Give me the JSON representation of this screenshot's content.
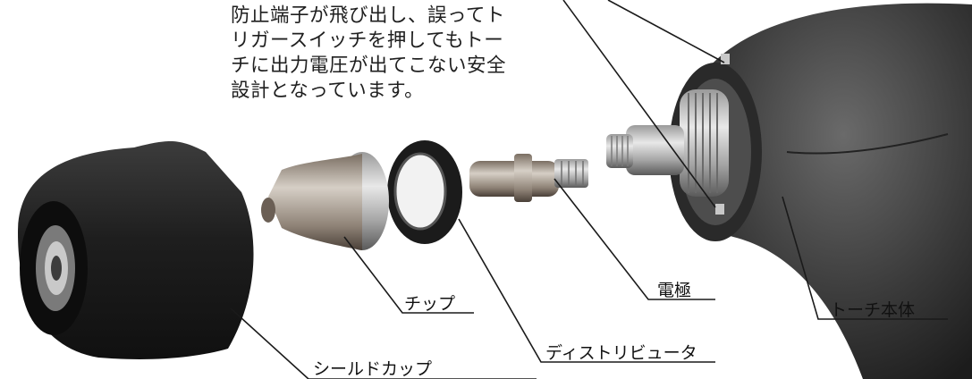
{
  "note": {
    "lines": [
      "防止端子が飛び出し、誤ってト",
      "リガースイッチを押してもトー",
      "チに出力電圧が出てこない安全",
      "設計となっています。"
    ]
  },
  "labels": {
    "shield_cup": "シールドカップ",
    "tip": "チップ",
    "distributor": "ディストリビュータ",
    "electrode": "電極",
    "torch_body": "トーチ本体"
  }
}
